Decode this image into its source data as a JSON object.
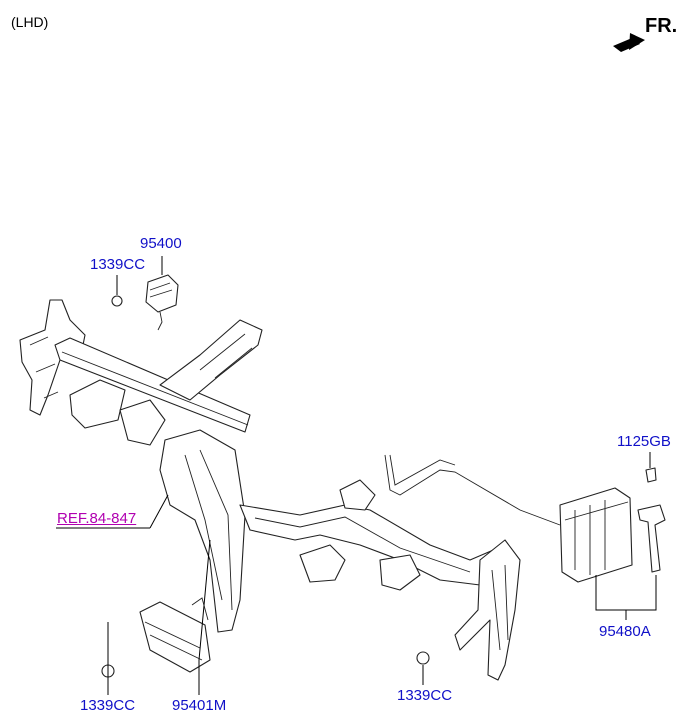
{
  "header": {
    "variant": "(LHD)",
    "direction": "FR."
  },
  "labels": {
    "switch_top": "95400",
    "nut_top": "1339CC",
    "bolt_right": "1125GB",
    "ref": "REF.84-847",
    "module_right": "95480A",
    "nut_bottom_left": "1339CC",
    "module_left": "95401M",
    "nut_bottom_center": "1339CC"
  },
  "colors": {
    "part_label": "#1010c8",
    "ref_label": "#b000b0",
    "lines": "#000000"
  }
}
